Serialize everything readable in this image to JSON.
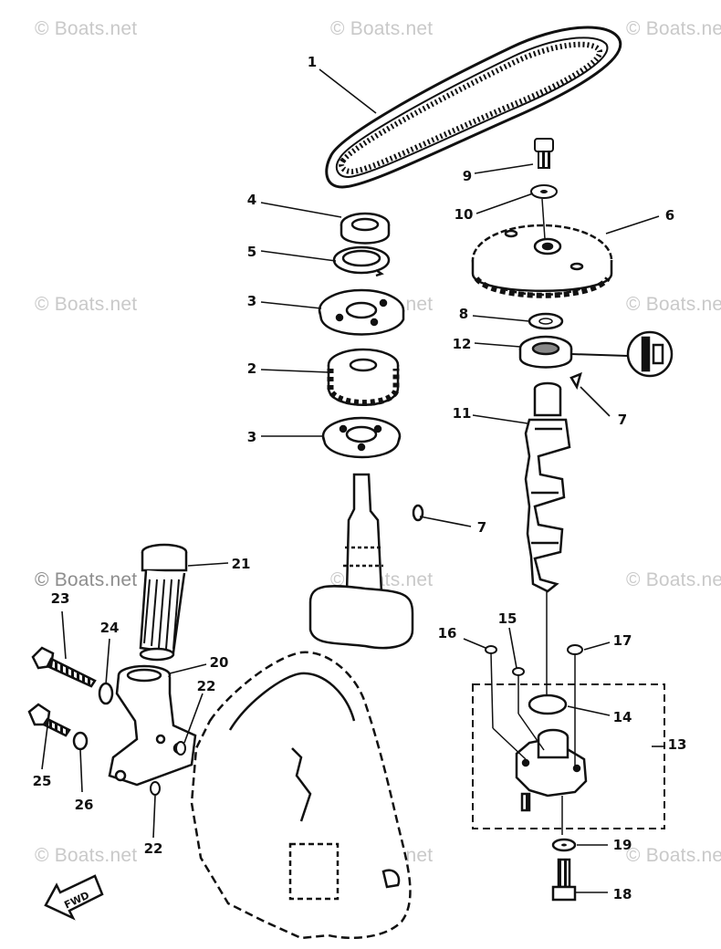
{
  "watermark": {
    "text": "© Boats.net"
  },
  "callouts": [
    {
      "label": "1"
    },
    {
      "label": "9"
    },
    {
      "label": "4"
    },
    {
      "label": "10"
    },
    {
      "label": "6"
    },
    {
      "label": "5"
    },
    {
      "label": "3"
    },
    {
      "label": "8"
    },
    {
      "label": "12"
    },
    {
      "label": "2"
    },
    {
      "label": "7"
    },
    {
      "label": "11"
    },
    {
      "label": "3"
    },
    {
      "label": "7"
    },
    {
      "label": "21"
    },
    {
      "label": "23"
    },
    {
      "label": "24"
    },
    {
      "label": "20"
    },
    {
      "label": "16"
    },
    {
      "label": "15"
    },
    {
      "label": "17"
    },
    {
      "label": "22"
    },
    {
      "label": "14"
    },
    {
      "label": "13"
    },
    {
      "label": "25"
    },
    {
      "label": "26"
    },
    {
      "label": "22"
    },
    {
      "label": "19"
    },
    {
      "label": "18"
    }
  ],
  "icons": {
    "fwd_arrow": "FWD",
    "bearing_detail": "bearing-detail-icon"
  }
}
